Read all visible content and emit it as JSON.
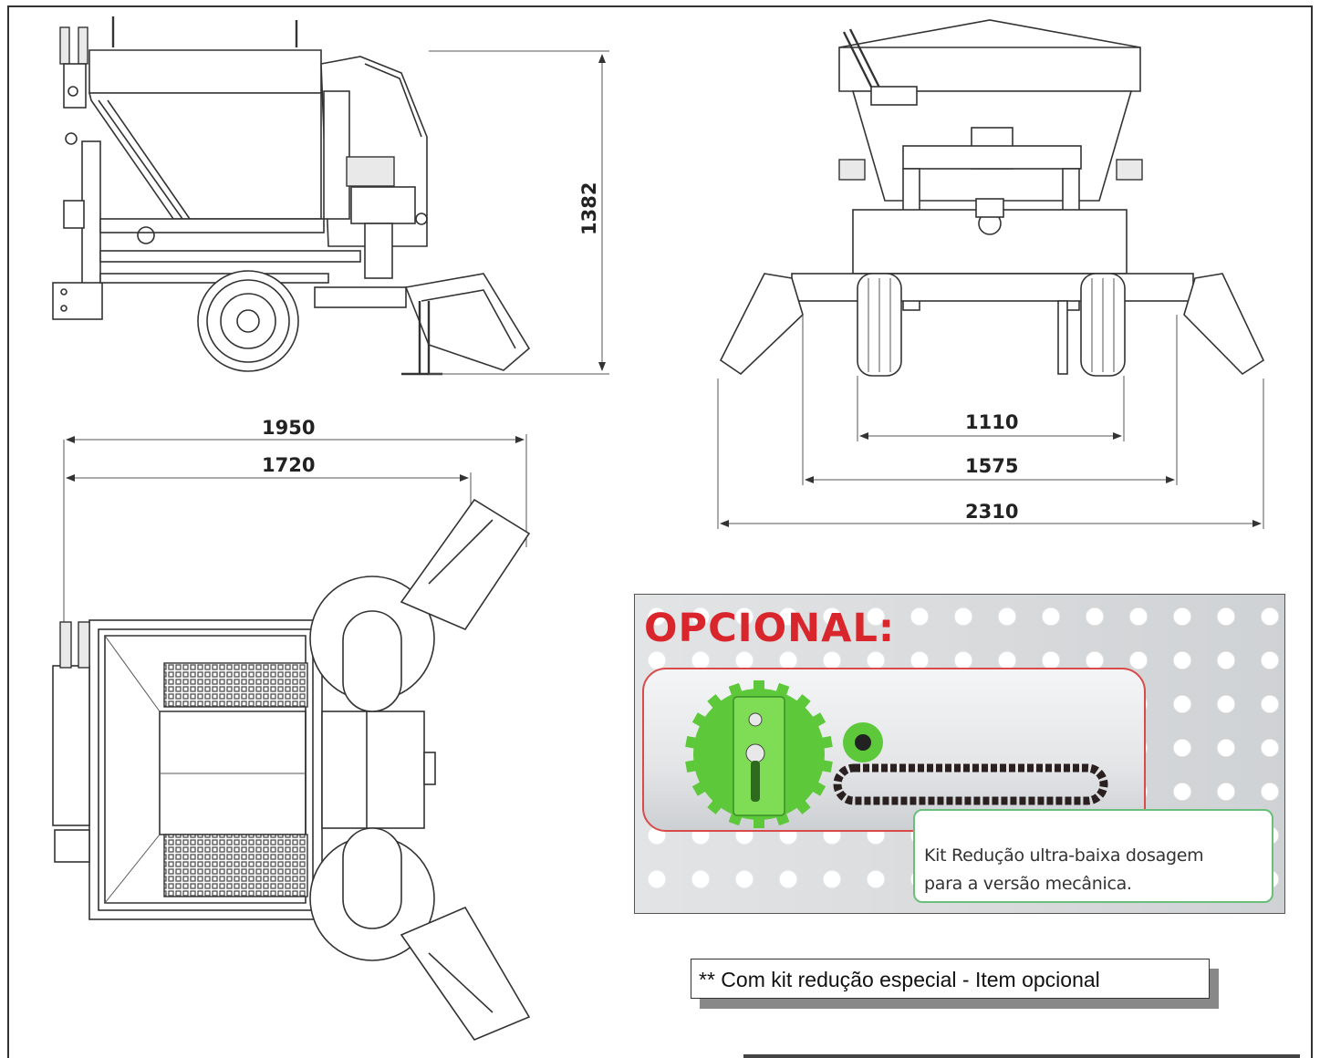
{
  "dimensions": {
    "height_side": "1382",
    "top_length_overall": "1950",
    "top_length_body": "1720",
    "rear_wheel_track": "1110",
    "rear_frame_width": "1575",
    "rear_overall_width": "2310"
  },
  "optional_panel": {
    "title": "OPCIONAL:",
    "caption_line1": "Kit Redução ultra-baixa dosagem",
    "caption_line2": "para a versão mecânica."
  },
  "note": "** Com kit redução especial  - Item opcional",
  "colors": {
    "title_red": "#d9262c",
    "gear_green": "#5cc83a",
    "caption_border": "#6ac07a",
    "kit_border": "#d94b4b"
  },
  "icons": {
    "large_gear": "gear-icon",
    "small_gear": "sprocket-icon",
    "chain": "chain-icon"
  }
}
